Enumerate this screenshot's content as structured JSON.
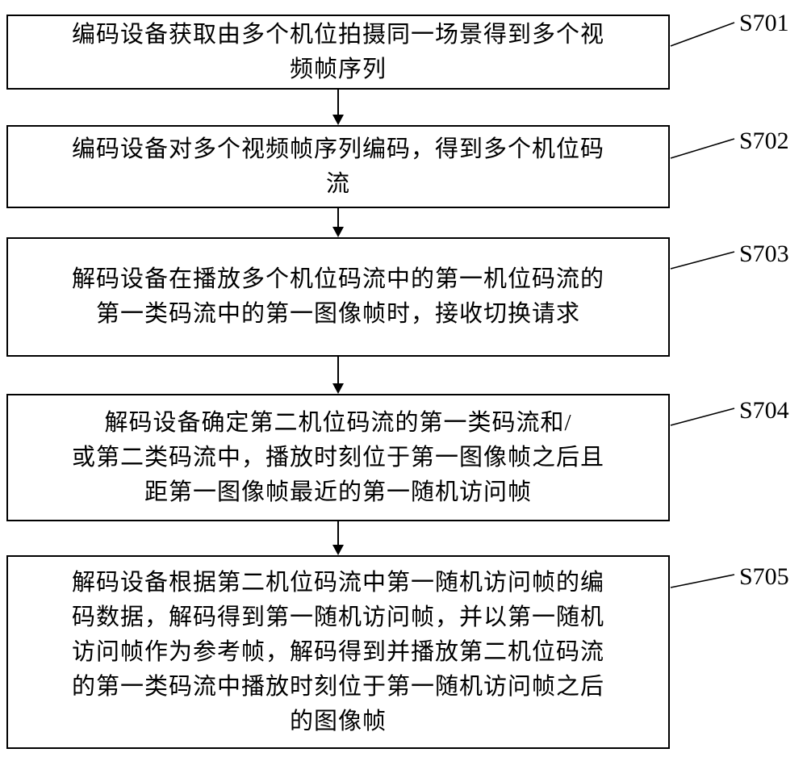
{
  "figure": {
    "steps": [
      {
        "label": "S701",
        "text": "编码设备获取由多个机位拍摄同一场景得到多个视\n频帧序列"
      },
      {
        "label": "S702",
        "text": "编码设备对多个视频帧序列编码，得到多个机位码\n流"
      },
      {
        "label": "S703",
        "text": "解码设备在播放多个机位码流中的第一机位码流的\n第一类码流中的第一图像帧时，接收切换请求"
      },
      {
        "label": "S704",
        "text": "解码设备确定第二机位码流的第一类码流和/\n或第二类码流中，播放时刻位于第一图像帧之后且\n距第一图像帧最近的第一随机访问帧"
      },
      {
        "label": "S705",
        "text": "解码设备根据第二机位码流中第一随机访问帧的编\n码数据，解码得到第一随机访问帧，并以第一随机\n访问帧作为参考帧，解码得到并播放第二机位码流\n的第一类码流中播放时刻位于第一随机访问帧之后\n的图像帧"
      }
    ]
  }
}
